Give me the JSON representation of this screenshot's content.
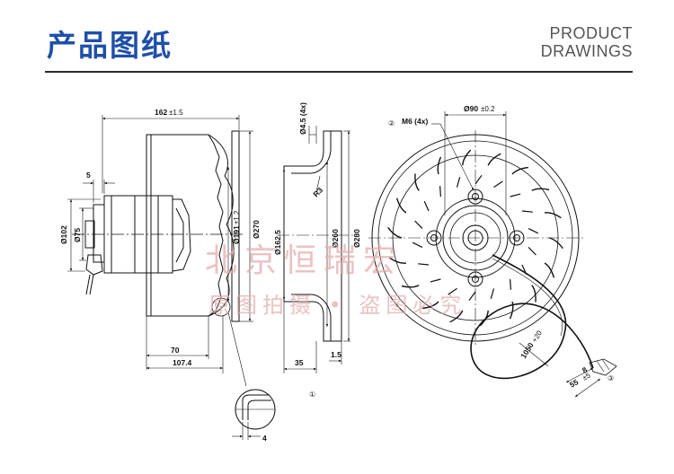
{
  "header": {
    "title_cn": "产品图纸",
    "title_en_line1": "PRODUCT",
    "title_en_line2": "DRAWINGS"
  },
  "colors": {
    "title": "#1f4fa8",
    "rule": "#2a2a2a",
    "line": "#111111",
    "watermark": "#e3aeb0"
  },
  "side_view": {
    "dim_162": "162",
    "dim_162_tol": "±1.5",
    "dim_5": "5",
    "dim_d102": "Ø102",
    "dim_d75": "Ø75",
    "dim_d191": "Ø191",
    "dim_d191_tol": "±1.2",
    "dim_d270": "Ø270",
    "dim_70": "70",
    "dim_107_4": "107.4"
  },
  "detail_view": {
    "dim_4": "4"
  },
  "section_view": {
    "dim_hole": "Ø4.5 (4x)",
    "dim_r3": "R3",
    "dim_d162_5": "Ø162.5",
    "dim_d260": "Ø260",
    "dim_d280": "Ø280",
    "dim_35": "35",
    "dim_1_5": "1.5",
    "callout_1": "①"
  },
  "front_view": {
    "callout_2": "②",
    "dim_m6": "M6 (4x)",
    "dim_d90": "Ø90",
    "dim_d90_tol": "±0.2",
    "dim_cable": "1050",
    "dim_cable_tol": "+20",
    "dim_8": "8",
    "dim_55": "55",
    "dim_55_tol": "±5",
    "callout_3": "③"
  },
  "watermark": {
    "line1": "北京恒瑞宏",
    "line2": "原图拍摄 • 盗图必究"
  }
}
